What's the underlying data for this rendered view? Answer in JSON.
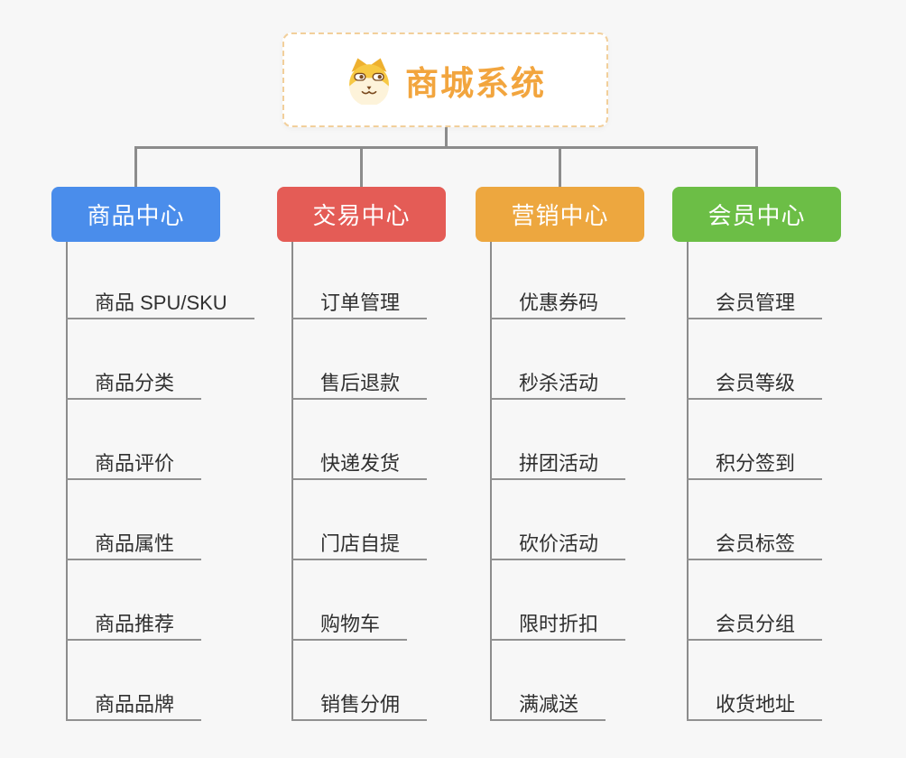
{
  "canvas": {
    "background": "#f7f7f7",
    "connector_color": "#8c8c8c"
  },
  "root": {
    "title": "商城系统",
    "icon": "dog-mascot-icon",
    "text_color": "#f2a53e",
    "border_color": "#f2cf9b"
  },
  "branches": [
    {
      "label": "商品中心",
      "color": "#4a8deb",
      "items": [
        "商品 SPU/SKU",
        "商品分类",
        "商品评价",
        "商品属性",
        "商品推荐",
        "商品品牌"
      ]
    },
    {
      "label": "交易中心",
      "color": "#e45c56",
      "items": [
        "订单管理",
        "售后退款",
        "快递发货",
        "门店自提",
        "购物车",
        "销售分佣"
      ]
    },
    {
      "label": "营销中心",
      "color": "#eda73f",
      "items": [
        "优惠券码",
        "秒杀活动",
        "拼团活动",
        "砍价活动",
        "限时折扣",
        "满减送"
      ]
    },
    {
      "label": "会员中心",
      "color": "#6cbe46",
      "items": [
        "会员管理",
        "会员等级",
        "积分签到",
        "会员标签",
        "会员分组",
        "收货地址"
      ]
    }
  ]
}
